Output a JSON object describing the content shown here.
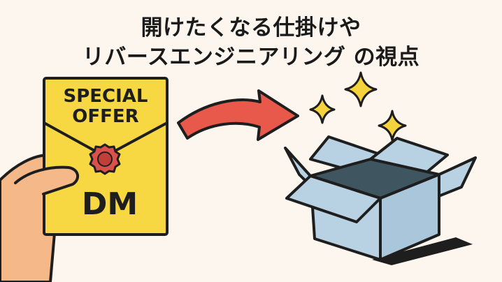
{
  "title": {
    "line1": "開けたくなる仕掛けや",
    "line2": "リバースエンジニアリング の視点"
  },
  "envelope": {
    "headline_1": "SPECIAL",
    "headline_2": "OFFER",
    "label": "DM"
  },
  "colors": {
    "background": "#fcf6ee",
    "envelope": "#f7d843",
    "seal": "#d9514a",
    "arrow": "#e8594c",
    "box": "#b8d2e3",
    "box_inside": "#3f5560",
    "sparkle": "#f4d33c",
    "skin": "#f4b889"
  },
  "icons": [
    "hand-icon",
    "envelope-icon",
    "wax-seal-icon",
    "arrow-icon",
    "open-box-icon",
    "sparkle-icon"
  ]
}
